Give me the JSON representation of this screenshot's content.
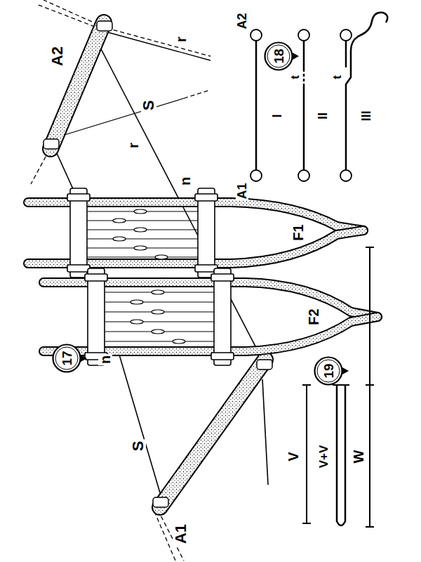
{
  "diagram": {
    "nodes": [
      {
        "text": [
          "17"
        ]
      },
      {
        "text": [
          "18"
        ]
      },
      {
        "text": [
          "19"
        ]
      }
    ],
    "labels": [
      "A2",
      "S",
      "r",
      "r",
      "n",
      "F1",
      "F2",
      "n",
      "S",
      "A1",
      "A2",
      "A1",
      "t",
      "t",
      "I",
      "II",
      "III",
      "V",
      "V+V",
      "W"
    ]
  }
}
